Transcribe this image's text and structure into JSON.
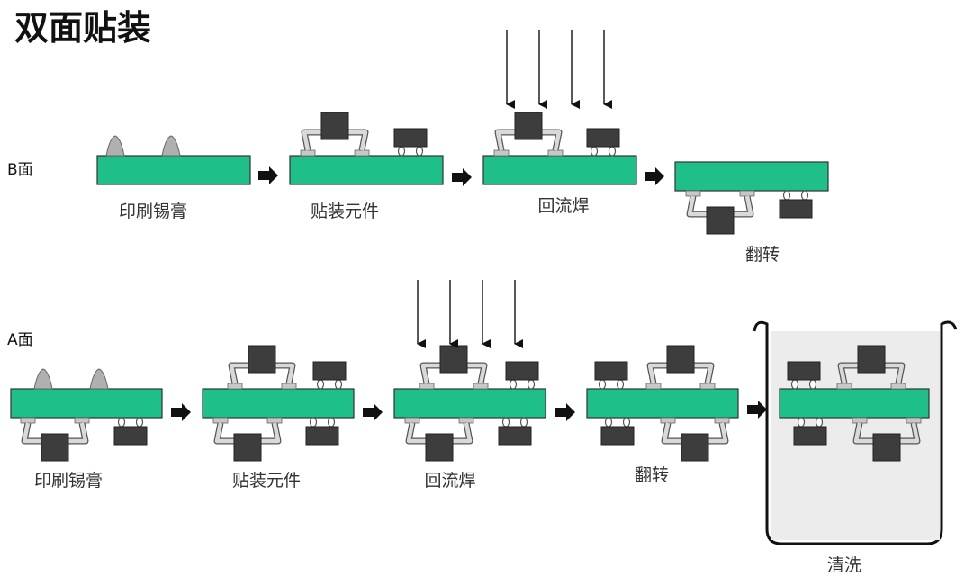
{
  "title": "双面贴装",
  "rows": [
    {
      "side_label": "B面",
      "steps": [
        {
          "label": "印刷锡膏"
        },
        {
          "label": "贴装元件"
        },
        {
          "label": "回流焊"
        },
        {
          "label": "翻转"
        }
      ]
    },
    {
      "side_label": "A面",
      "steps": [
        {
          "label": "印刷锡膏"
        },
        {
          "label": "贴装元件"
        },
        {
          "label": "回流焊"
        },
        {
          "label": "翻转"
        },
        {
          "label": "清洗"
        }
      ]
    }
  ],
  "colors": {
    "board": "#1fbf8a",
    "chip": "#3d3d3d",
    "pad": "#c8c8c8",
    "lead": "#d9d9d9",
    "paste": "#b0b0b0",
    "arrow": "#111111",
    "tank_fill": "#ececec"
  }
}
